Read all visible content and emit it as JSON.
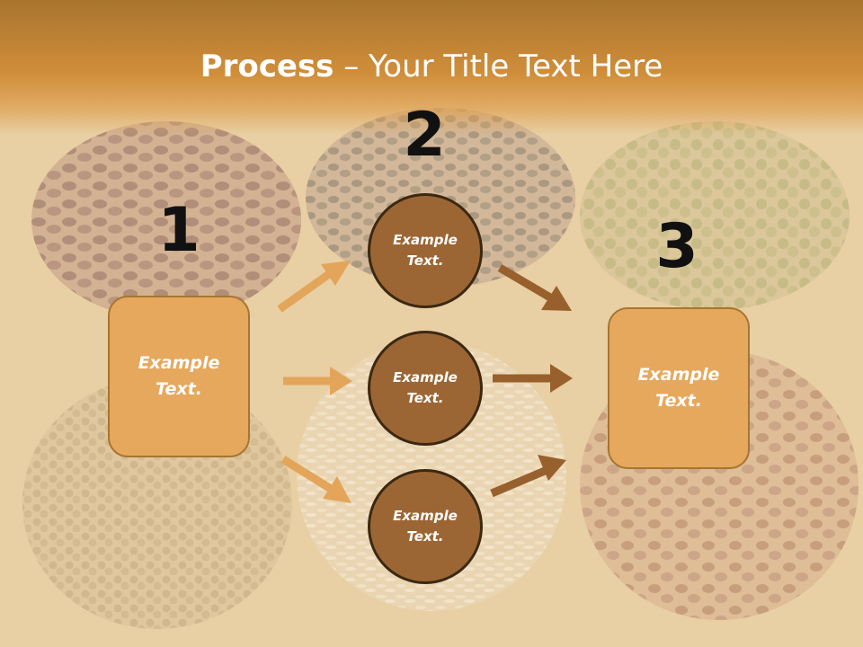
{
  "title": {
    "bold": "Process",
    "rest": " – Your Title Text Here"
  },
  "steps": {
    "one": "1",
    "two": "2",
    "three": "3"
  },
  "left_box": {
    "text": "Example Text."
  },
  "right_box": {
    "text": "Example Text."
  },
  "circles": [
    {
      "text": "Example Text."
    },
    {
      "text": "Example Text."
    },
    {
      "text": "Example Text."
    }
  ],
  "colors": {
    "header": "#d08e3a",
    "box_fill": "#e6a85c",
    "circle_fill": "#9c6634",
    "arrow_light": "#e3a55a",
    "arrow_dark": "#98602c"
  }
}
